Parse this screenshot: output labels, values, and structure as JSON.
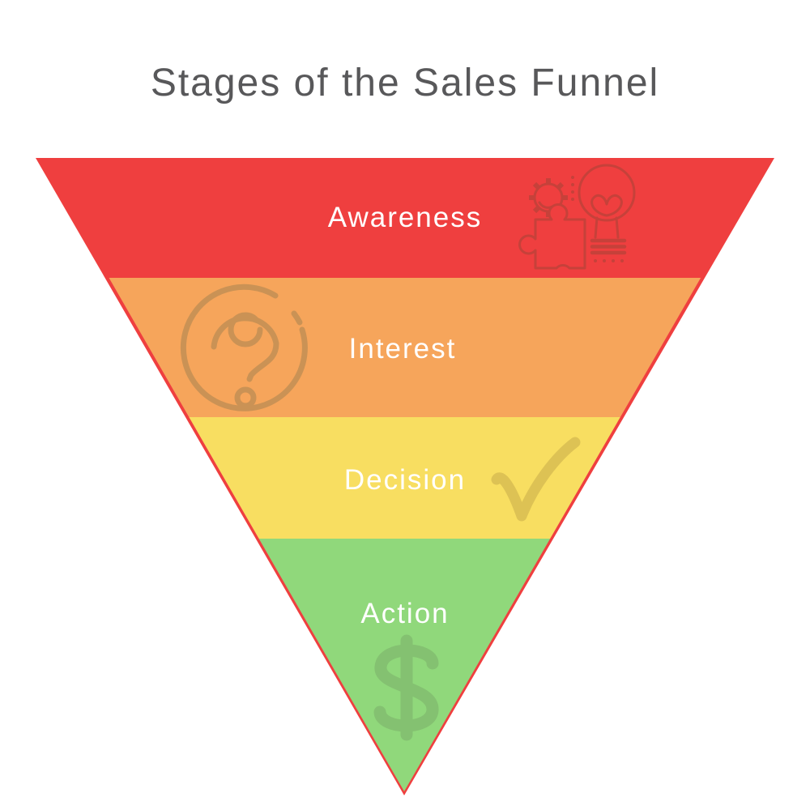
{
  "title": {
    "text": "Stages of the Sales Funnel",
    "color": "#58585a"
  },
  "funnel": {
    "label_color": "#ffffff",
    "stages": [
      {
        "label": "Awareness",
        "color": "#ef3f3f",
        "icon": "gear-puzzle-lightbulb-icon",
        "icon_color": "#c6413a"
      },
      {
        "label": "Interest",
        "color": "#f6a55b",
        "icon": "question-mark-icon",
        "icon_color": "#ca9255"
      },
      {
        "label": "Decision",
        "color": "#f8de61",
        "icon": "checkmark-icon",
        "icon_color": "#ddc254"
      },
      {
        "label": "Action",
        "color": "#90d87b",
        "icon": "dollar-sign-icon",
        "icon_color": "#84c171"
      }
    ]
  }
}
